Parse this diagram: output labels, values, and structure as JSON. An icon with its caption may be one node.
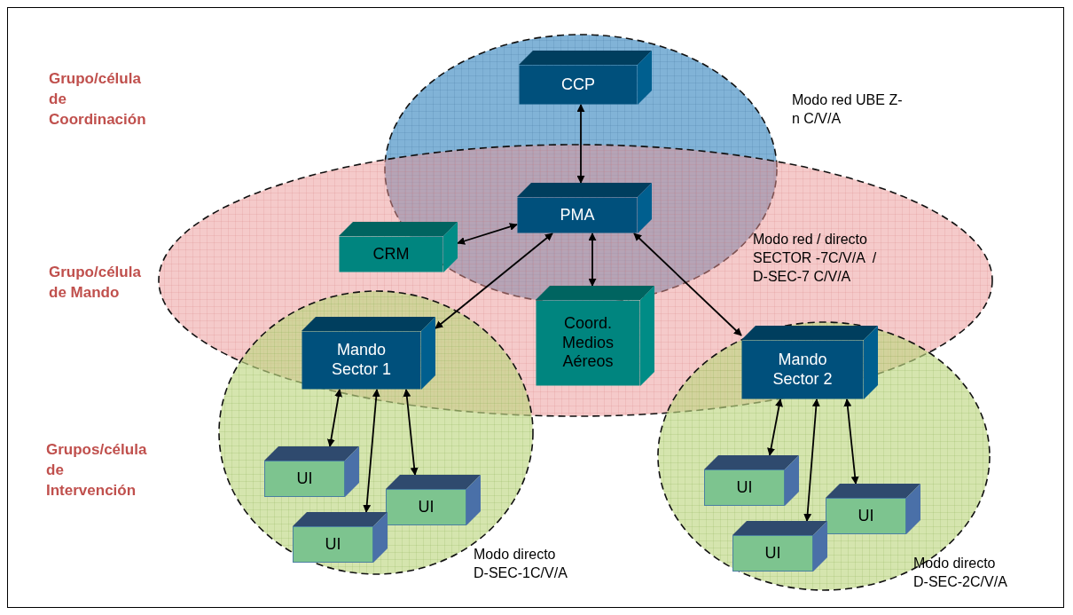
{
  "diagram": {
    "nodes": [
      {
        "text": [],
        "shape": "ellipse",
        "beside": [
          "Modo red UBE Z-n C/V/A"
        ]
      },
      {
        "text": [],
        "shape": "ellipse",
        "beside": [
          "Modo red / directo SECTOR -7C/V/A  / D-SEC-7 C/V/A"
        ]
      },
      {
        "text": [],
        "shape": "ellipse",
        "beside": [
          "Modo directo D-SEC-1C/V/A"
        ]
      },
      {
        "text": [],
        "shape": "ellipse",
        "beside": [
          "Modo directo D-SEC-2C/V/A"
        ]
      },
      {
        "text": [
          "CCP"
        ],
        "in": 0
      },
      {
        "text": [
          "PMA"
        ]
      },
      {
        "text": [
          "CRM"
        ],
        "in": 1
      },
      {
        "text": [
          "Coord. Medios Aéreos"
        ],
        "in": 1
      },
      {
        "text": [
          "Mando Sector 1"
        ]
      },
      {
        "text": [
          "UI"
        ],
        "in": 2
      },
      {
        "text": [
          "UI"
        ],
        "in": 2
      },
      {
        "text": [
          "UI"
        ],
        "in": 2
      },
      {
        "text": [
          "Mando Sector 2"
        ]
      },
      {
        "text": [
          "UI"
        ],
        "in": 3
      },
      {
        "text": [
          "UI"
        ],
        "in": 3
      },
      {
        "text": [
          "UI"
        ],
        "in": 3
      }
    ],
    "edges": [
      {
        "from": 4,
        "to": 5,
        "arrow": "both"
      },
      {
        "from": 6,
        "to": 5,
        "arrow": "both"
      },
      {
        "from": 5,
        "to": 8,
        "arrow": "both"
      },
      {
        "from": 5,
        "to": 7,
        "arrow": "both"
      },
      {
        "from": 5,
        "to": 12,
        "arrow": "both"
      },
      {
        "from": 8,
        "to": 9,
        "arrow": "both"
      },
      {
        "from": 8,
        "to": 11,
        "arrow": "both"
      },
      {
        "from": 8,
        "to": 10,
        "arrow": "both"
      },
      {
        "from": 12,
        "to": 13,
        "arrow": "both"
      },
      {
        "from": 12,
        "to": 15,
        "arrow": "both"
      },
      {
        "from": 12,
        "to": 14,
        "arrow": "both"
      }
    ],
    "labels": [
      "Grupo/célula de Coordinación",
      "Grupo/célula de Mando",
      "Grupos/célula de Intervención"
    ]
  }
}
